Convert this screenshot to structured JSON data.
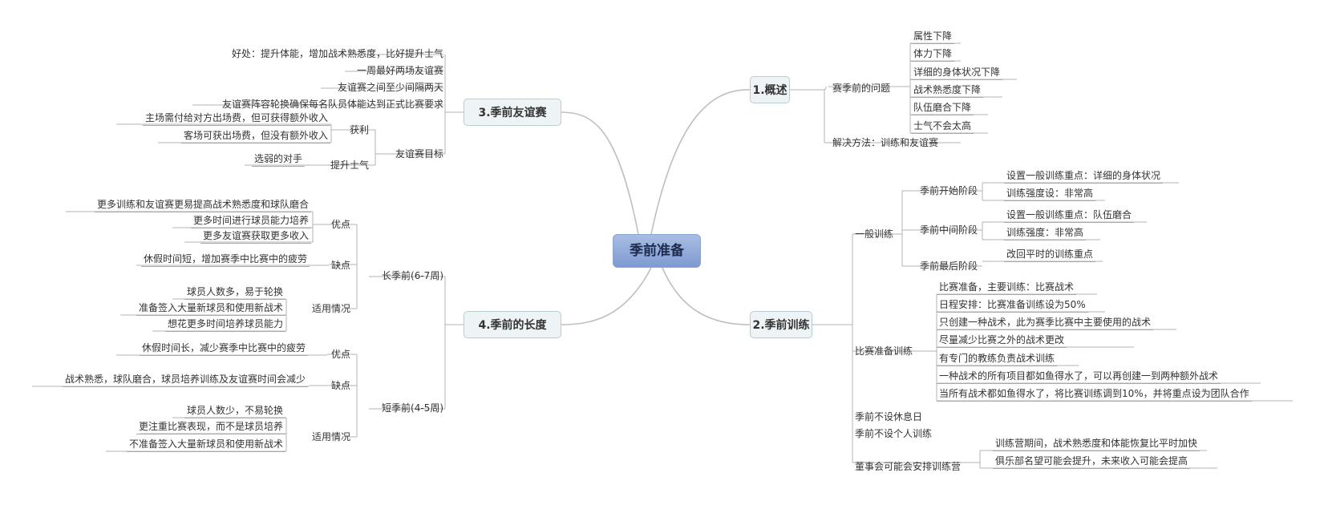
{
  "central": "季前准备",
  "branches": {
    "b1": {
      "title": "1.概述",
      "problem": "赛季前的问题",
      "problems": [
        "属性下降",
        "体力下降",
        "详细的身体状况下降",
        "战术熟悉度下降",
        "队伍磨合下降",
        "士气不会太高"
      ],
      "solution": "解决方法：训练和友谊赛"
    },
    "b2": {
      "title": "2.季前训练",
      "general": "一般训练",
      "start": "季前开始阶段",
      "start_items": [
        "设置一般训练重点：详细的身体状况",
        "训练强度设：非常高"
      ],
      "middle": "季前中间阶段",
      "middle_items": [
        "设置一般训练重点：队伍磨合",
        "训练强度：非常高"
      ],
      "end": "季前最后阶段",
      "end_items": [
        "改回平时的训练重点"
      ],
      "match": "比赛准备训练",
      "match_items": [
        "比赛准备，主要训练：比赛战术",
        "日程安排：比赛准备训练设为50%",
        "只创建一种战术，此为赛季比赛中主要使用的战术",
        "尽量减少比赛之外的战术更改",
        "有专门的教练负责战术训练",
        "一种战术的所有项目都如鱼得水了，可以再创建一到两种额外战术",
        "当所有战术都如鱼得水了，将比赛训练调到10%，并将重点设为团队合作"
      ],
      "no_rest": "季前不设休息日",
      "no_personal": "季前不设个人训练",
      "camp": "董事会可能会安排训练营",
      "camp_items": [
        "训练营期间，战术熟悉度和体能恢复比平时加快",
        "俱乐部名望可能会提升，未来收入可能会提高"
      ]
    },
    "b3": {
      "title": "3.季前友谊赛",
      "items": [
        "好处：提升体能，增加战术熟悉度，比好提升士气",
        "一周最好两场友谊赛",
        "友谊赛之间至少间隔两天",
        "友谊赛阵容轮换确保每名队员体能达到正式比赛要求"
      ],
      "goal": "友谊赛目标",
      "profit": "获利",
      "profit_items": [
        "主场需付给对方出场费，但可获得额外收入",
        "客场可获出场费，但没有额外收入"
      ],
      "morale": "提升士气",
      "morale_items": [
        "选弱的对手"
      ]
    },
    "b4": {
      "title": "4.季前的长度",
      "long": "长季前(6-7周)",
      "long_pros": "优点",
      "long_pros_items": [
        "更多训练和友谊赛更易提高战术熟悉度和球队磨合",
        "更多时间进行球员能力培养",
        "更多友谊赛获取更多收入"
      ],
      "long_cons": "缺点",
      "long_cons_items": [
        "休假时间短，增加赛季中比赛中的疲劳"
      ],
      "long_fit": "适用情况",
      "long_fit_items": [
        "球员人数多，易于轮换",
        "准备签入大量新球员和使用新战术",
        "想花更多时间培养球员能力"
      ],
      "short": "短季前(4-5周)",
      "short_pros": "优点",
      "short_pros_items": [
        "休假时间长，减少赛季中比赛中的疲劳"
      ],
      "short_cons": "缺点",
      "short_cons_items": [
        "战术熟悉，球队磨合，球员培养训练及友谊赛时间会减少"
      ],
      "short_fit": "适用情况",
      "short_fit_items": [
        "球员人数少，不易轮换",
        "更注重比赛表现，而不是球员培养",
        "不准备签入大量新球员和使用新战术"
      ]
    }
  }
}
